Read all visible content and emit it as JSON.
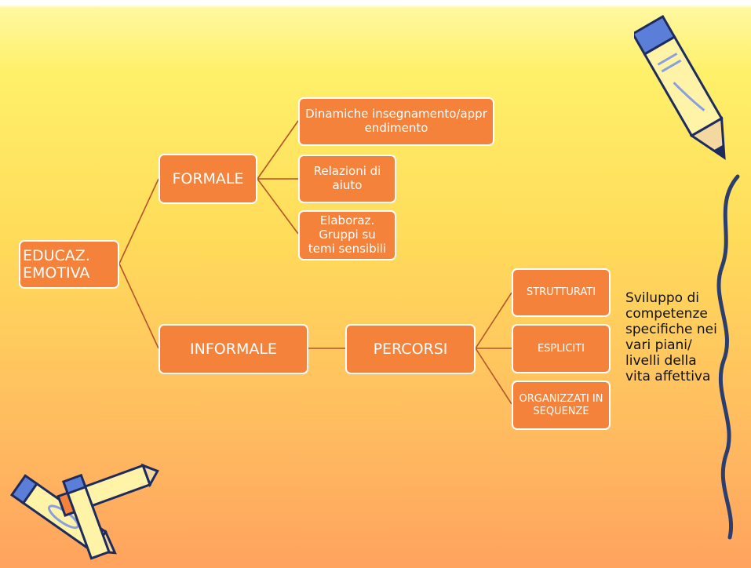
{
  "diagram": {
    "root": "EDUCAZ.\nEMOTIVA",
    "formale": {
      "label": "FORMALE",
      "children": [
        "Dinamiche insegnamento/apprendimento",
        "Relazioni di aiuto",
        "Elaboraz. Gruppi su temi sensibili"
      ]
    },
    "informale": {
      "label": "INFORMALE",
      "percorsi": {
        "label": "PERCORSI",
        "children": [
          "STRUTTURATI",
          "ESPLICITI",
          "ORGANIZZATI IN SEQUENZE"
        ]
      }
    },
    "note": "Sviluppo di\ncompetenze\nspecifiche nei\nvari piani/\nlivelli della\nvita affettiva"
  },
  "colors": {
    "node_fill": "#f5823a",
    "node_border": "#ffffff",
    "connector": "#b5532a",
    "background_top": "#fff06a",
    "background_bottom": "#ffa35e"
  },
  "decorations": [
    "pencil-icon",
    "crayons-icon",
    "wavy-line"
  ]
}
